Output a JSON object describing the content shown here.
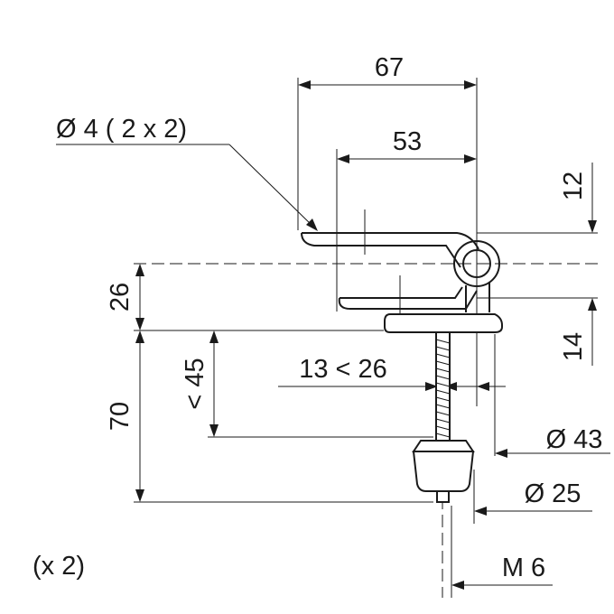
{
  "dimensions": {
    "overall_width": "67",
    "clamp_width": "53",
    "hole_spec": "Ø 4 ( 2 x 2)",
    "top_offset": "12",
    "hinge_height": "26",
    "plate_offset": "14",
    "bolt_length": "70",
    "clamp_range": "< 45",
    "spacing": "13 < 26",
    "washer_diameter": "Ø 43",
    "knob_diameter": "Ø 25",
    "thread": "M 6",
    "quantity": "(x 2)"
  }
}
